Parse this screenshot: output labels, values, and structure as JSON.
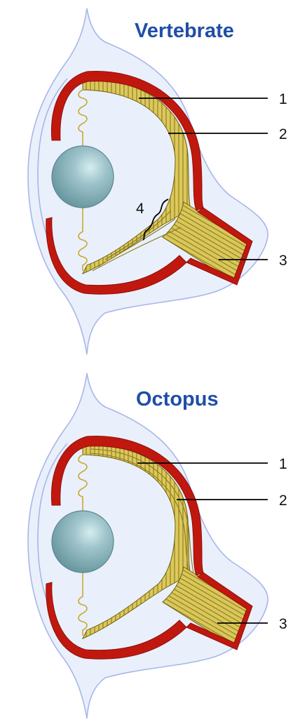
{
  "panels": [
    {
      "title": "Vertebrate",
      "labels": [
        "1",
        "2",
        "3",
        "4"
      ]
    },
    {
      "title": "Octopus",
      "labels": [
        "1",
        "2",
        "3"
      ]
    }
  ],
  "colors": {
    "body": "#e9f0fb",
    "body_outline": "#a9b6ea",
    "choroid": "#c0180f",
    "retina": "#d9c75a",
    "retina_dark": "#8a7a1c",
    "lens": "#8fb4bd",
    "title": "#1f4ea8"
  }
}
